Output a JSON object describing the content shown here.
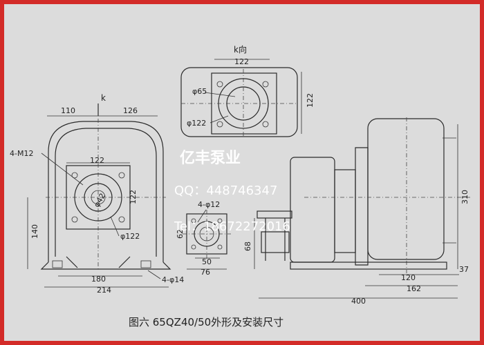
{
  "watermark": {
    "company": "亿丰泵业",
    "qq": "QQ：448746347",
    "tel": "Tel：18672272016"
  },
  "caption": "图六 65QZ40/50外形及安装尺寸",
  "labels": {
    "k_view": "k向",
    "k_arrow": "k",
    "bolt_m12": "4-M12",
    "holes_12": "4-φ12",
    "holes_14": "4-φ14",
    "phi65": "φ65",
    "phi122_top": "φ122",
    "phi122_front": "φ122",
    "phi42": "φ42"
  },
  "dimensions": {
    "top_width": "122",
    "top_height": "122",
    "front_left": "110",
    "front_right": "126",
    "front_flange_w": "122",
    "front_flange_h": "122",
    "front_height": "140",
    "front_base": "180",
    "front_total": "214",
    "small_flange_w": "50",
    "small_flange_total": "76",
    "small_flange_h": "62",
    "side_height": "68",
    "right_base": "120",
    "right_total": "162",
    "right_foot": "37",
    "right_height": "310",
    "total_length": "400"
  }
}
